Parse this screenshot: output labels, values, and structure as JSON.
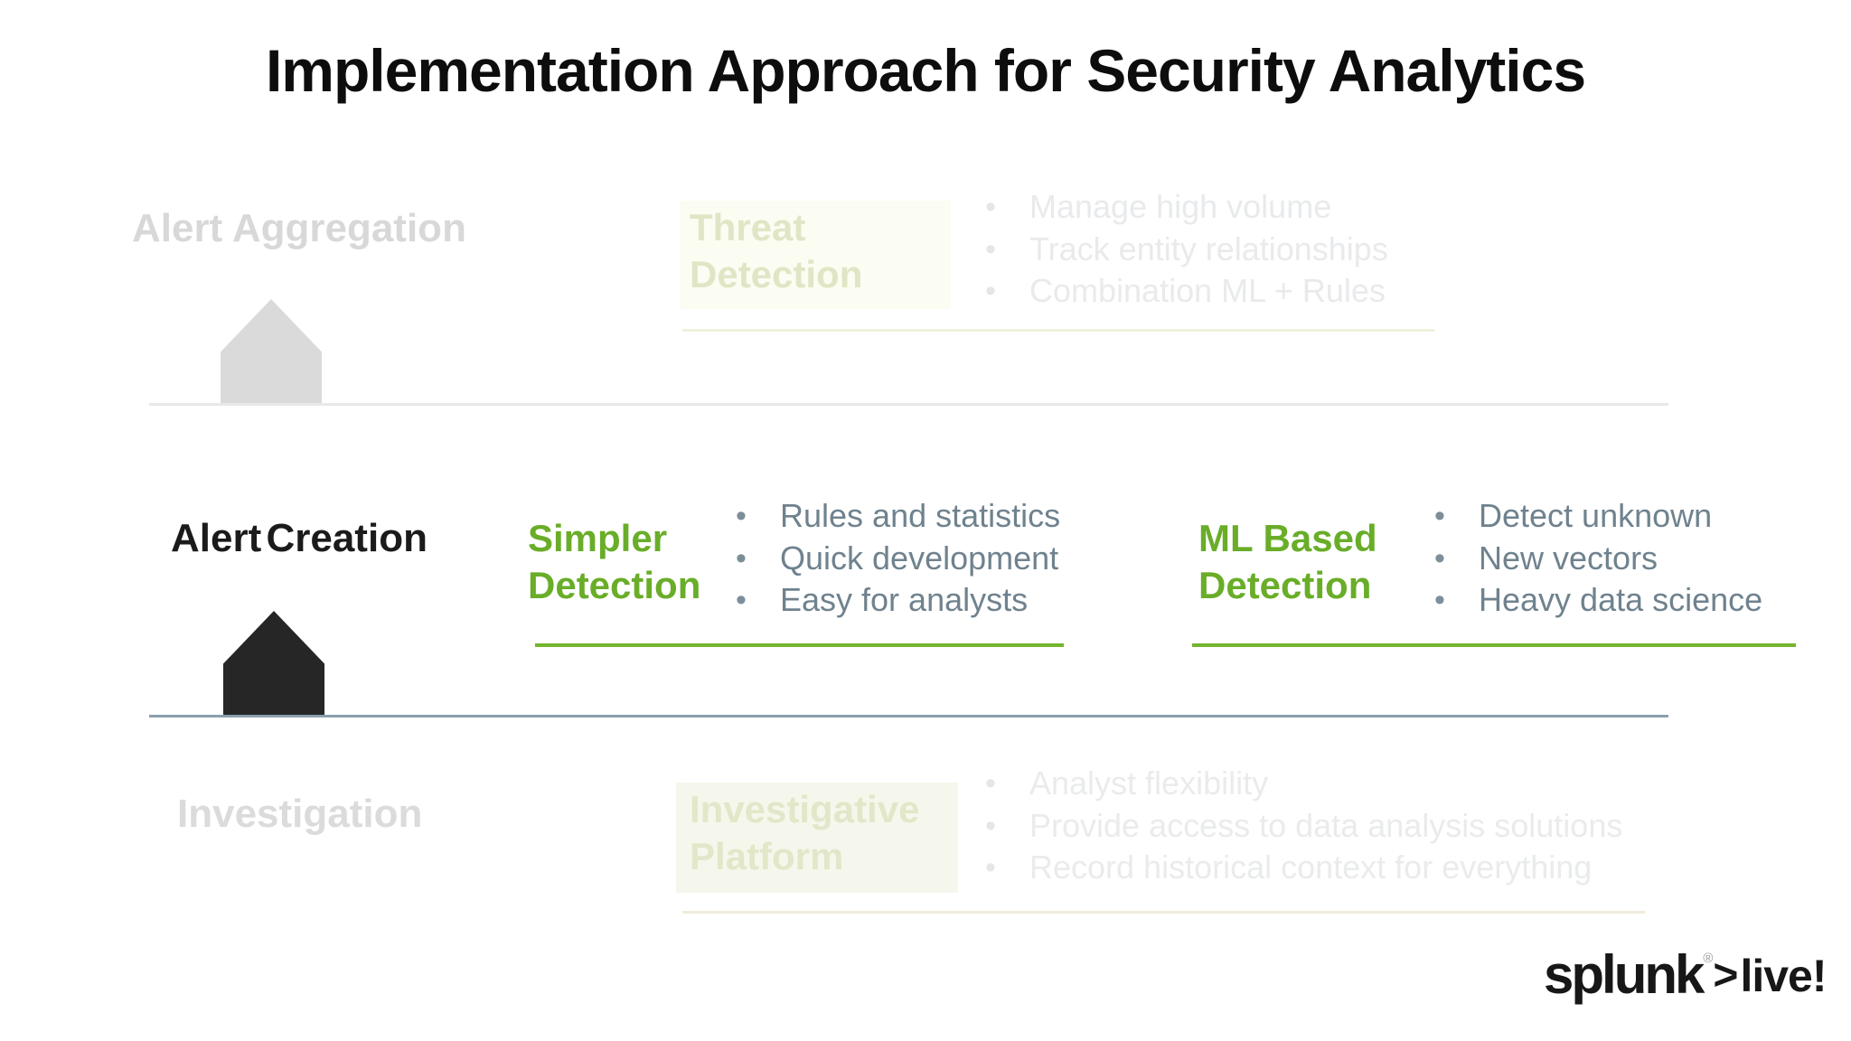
{
  "title": "Implementation Approach for Security Analytics",
  "colors": {
    "accent_green": "#69ad28",
    "underline_green": "#75b52d",
    "active_text": "#1b1b1b",
    "active_house": "#262626",
    "dim_text": "#d8d8d8",
    "dim_green_text": "#e0e6c5",
    "bullet_text": "#6f828e",
    "active_baseline": "#8aa0ae",
    "dim_baseline": "#e8e8e8"
  },
  "tiers": [
    {
      "label": "Alert Aggregation",
      "state": "inactive",
      "groups": [
        {
          "heading": "Threat Detection",
          "bullets": [
            "Manage high volume",
            "Track entity relationships",
            "Combination ML + Rules"
          ]
        }
      ]
    },
    {
      "label": "Alert Creation",
      "state": "active",
      "groups": [
        {
          "heading": "Simpler Detection",
          "bullets": [
            "Rules and statistics",
            "Quick development",
            "Easy for analysts"
          ]
        },
        {
          "heading": "ML Based Detection",
          "bullets": [
            "Detect unknown",
            "New vectors",
            "Heavy data science"
          ]
        }
      ]
    },
    {
      "label": "Investigation",
      "state": "inactive",
      "groups": [
        {
          "heading": "Investigative Platform",
          "bullets": [
            "Analyst flexibility",
            "Provide access to data analysis solutions",
            "Record historical context for everything"
          ]
        }
      ]
    }
  ],
  "logo": {
    "brand": "splunk",
    "registered": "®",
    "chevron": ">",
    "suffix": "live!"
  }
}
